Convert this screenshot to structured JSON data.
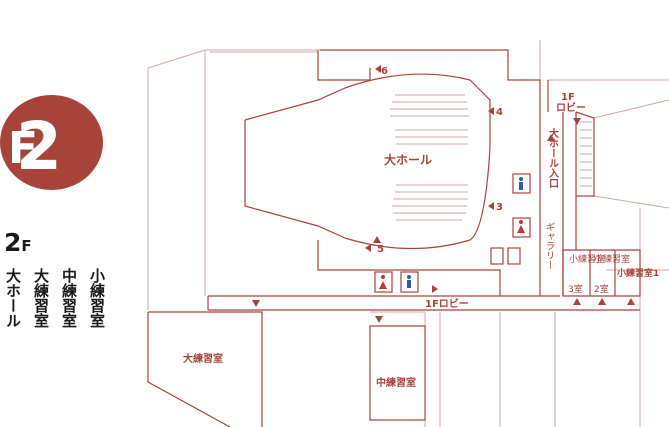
{
  "floor": {
    "badge_number": "2",
    "badge_letter": "F",
    "heading_number": "2",
    "heading_letter": "F"
  },
  "room_list": [
    "小練習室",
    "中練習室",
    "大練習室",
    "大ホール"
  ],
  "labels": {
    "main_hall": "大ホール",
    "large_practice": "大練習室",
    "medium_practice": "中練習室",
    "small_practice_1": "小練習室1",
    "small_practice_2": "小練習室",
    "small_practice_2_num": "2室",
    "small_practice_3": "小練習室",
    "small_practice_3_num": "3室",
    "lobby_1f": "1Fロビー",
    "lobby_1f_top_a": "1F",
    "lobby_1f_top_b": "ロビー",
    "hall_entrance": "大ホール入口",
    "gallery": "ギャラリー",
    "door_3": "3",
    "door_4": "4",
    "door_5": "5",
    "door_6": "6"
  },
  "colors": {
    "accent": "#a8433a",
    "restroom_men": "#2a5da8",
    "restroom_women": "#c0392b"
  }
}
